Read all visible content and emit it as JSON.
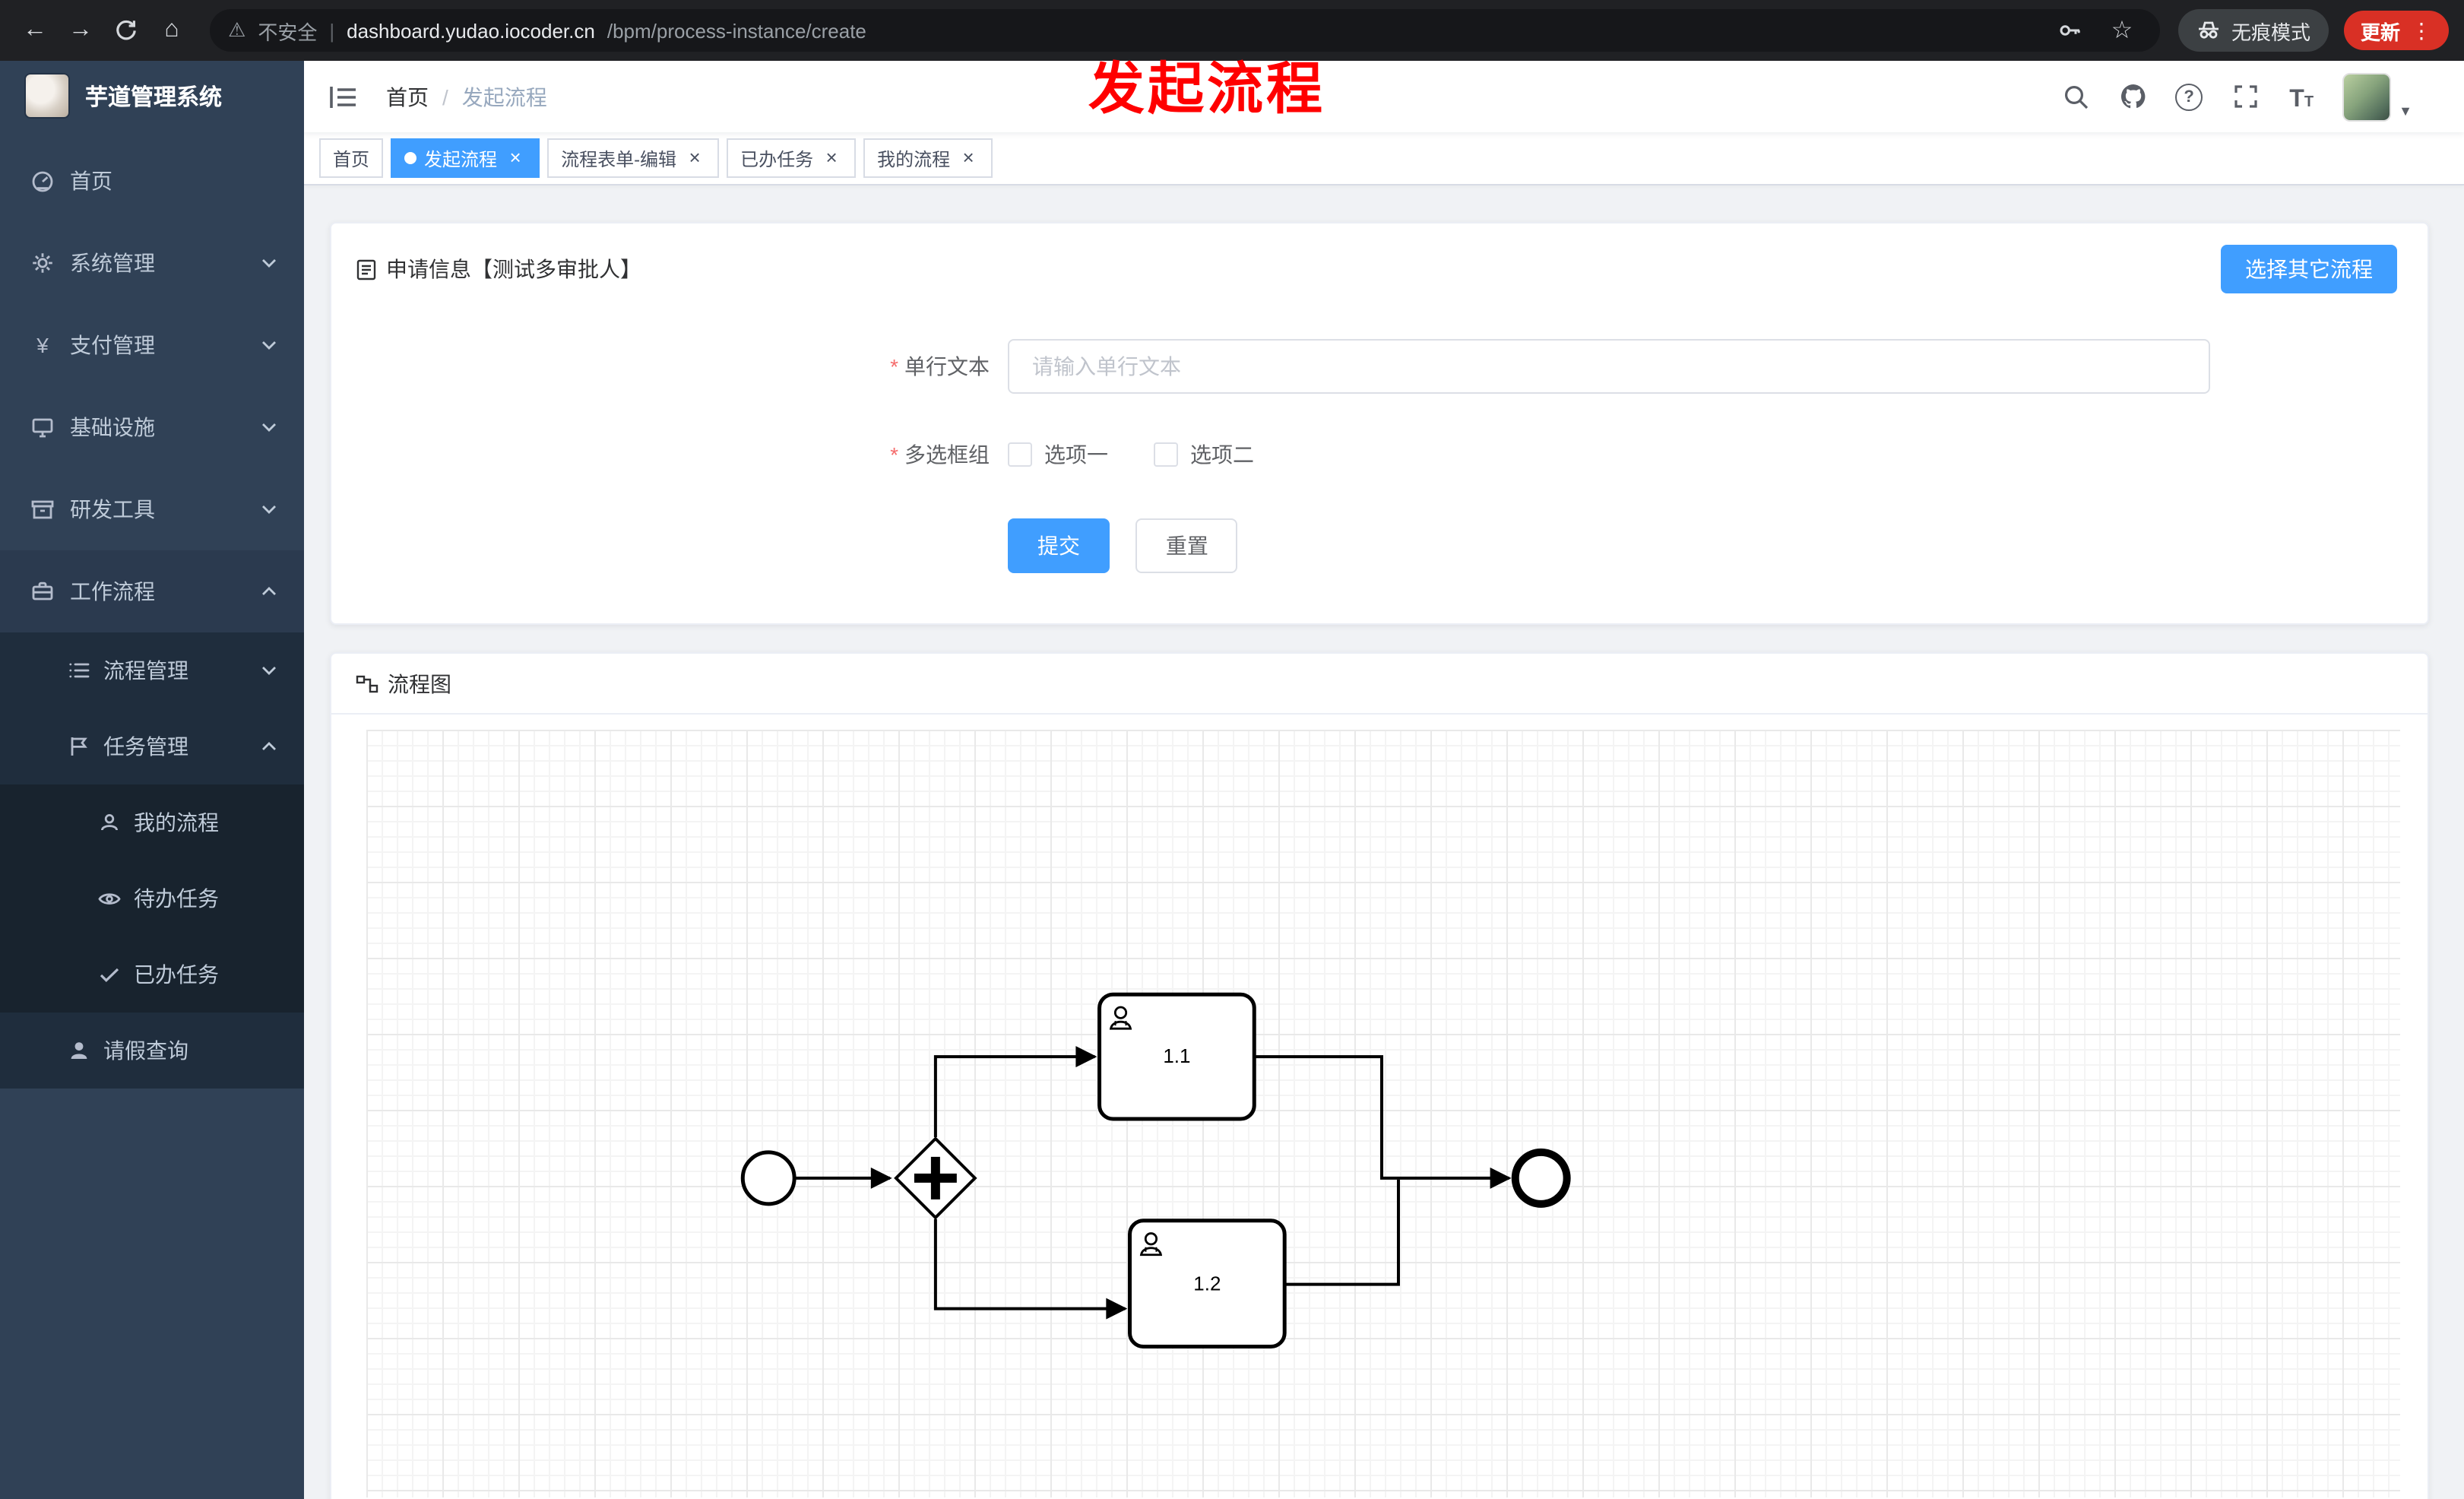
{
  "browser": {
    "security_label": "不安全",
    "url_host": "dashboard.yudao.iocoder.cn",
    "url_path": "/bpm/process-instance/create",
    "incognito_label": "无痕模式",
    "update_label": "更新"
  },
  "annotation": {
    "text": "发起流程"
  },
  "sidebar": {
    "logo_title": "芋道管理系统",
    "items": [
      {
        "label": "首页",
        "level": 1,
        "expandable": false
      },
      {
        "label": "系统管理",
        "level": 1,
        "expandable": true,
        "expanded": false
      },
      {
        "label": "支付管理",
        "level": 1,
        "expandable": true,
        "expanded": false
      },
      {
        "label": "基础设施",
        "level": 1,
        "expandable": true,
        "expanded": false
      },
      {
        "label": "研发工具",
        "level": 1,
        "expandable": true,
        "expanded": false
      },
      {
        "label": "工作流程",
        "level": 1,
        "expandable": true,
        "expanded": true
      },
      {
        "label": "流程管理",
        "level": 2,
        "expandable": true,
        "expanded": false
      },
      {
        "label": "任务管理",
        "level": 2,
        "expandable": true,
        "expanded": true
      },
      {
        "label": "我的流程",
        "level": 3,
        "expandable": false
      },
      {
        "label": "待办任务",
        "level": 3,
        "expandable": false
      },
      {
        "label": "已办任务",
        "level": 3,
        "expandable": false
      },
      {
        "label": "请假查询",
        "level": 2,
        "expandable": false
      }
    ]
  },
  "header": {
    "breadcrumb": {
      "home": "首页",
      "sep": "/",
      "current": "发起流程"
    }
  },
  "tabs": [
    {
      "label": "首页",
      "active": false,
      "closable": false
    },
    {
      "label": "发起流程",
      "active": true,
      "closable": true
    },
    {
      "label": "流程表单-编辑",
      "active": false,
      "closable": true
    },
    {
      "label": "已办任务",
      "active": false,
      "closable": true
    },
    {
      "label": "我的流程",
      "active": false,
      "closable": true
    }
  ],
  "form_card": {
    "title": "申请信息【测试多审批人】",
    "choose_other_button": "选择其它流程",
    "required_mark": "*",
    "field_text": {
      "label": "单行文本",
      "value": "",
      "placeholder": "请输入单行文本"
    },
    "field_checkbox": {
      "label": "多选框组",
      "options": [
        "选项一",
        "选项二"
      ],
      "checked": [
        false,
        false
      ]
    },
    "submit_label": "提交",
    "reset_label": "重置"
  },
  "diagram_card": {
    "title": "流程图",
    "tasks": [
      "1.1",
      "1.2"
    ],
    "diagram_type": "bpmn",
    "elements": [
      "start-event",
      "parallel-gateway",
      "user-task-1.1",
      "user-task-1.2",
      "end-event"
    ]
  },
  "icons": {
    "back": "←",
    "forward": "→",
    "home": "⌂",
    "warning": "⚠",
    "divider": "|",
    "star": "☆",
    "more": "⋮",
    "close": "×",
    "caret_down": "▼",
    "yen": "¥",
    "question": "?",
    "font_size": "T"
  },
  "colors": {
    "primary": "#409eff",
    "sidebar_bg": "#304156",
    "submenu_bg": "#1f2d3d",
    "content_bg": "#f0f2f5",
    "danger": "#f56c6c",
    "annotation": "#ff0000",
    "update_chip": "#d93025"
  }
}
